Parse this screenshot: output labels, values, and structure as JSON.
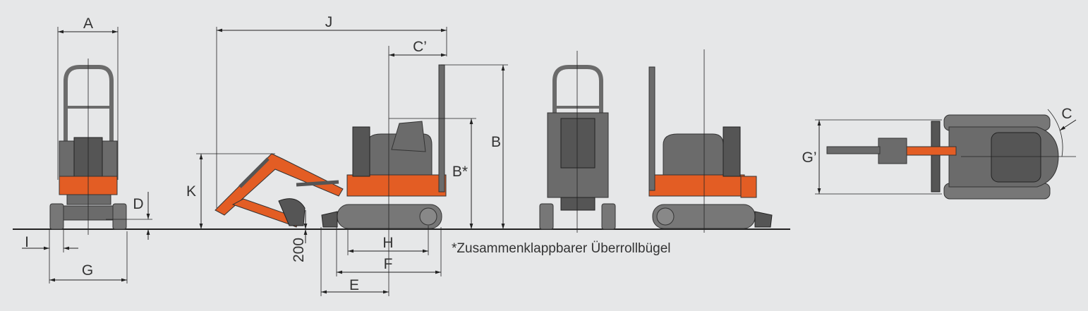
{
  "labels": {
    "A": "A",
    "J": "J",
    "C_prime": "C’",
    "B": "B",
    "B_star": "B*",
    "K": "K",
    "D": "D",
    "I": "I",
    "G": "G",
    "H": "H",
    "F": "F",
    "E": "E",
    "ground_clearance": "200",
    "C": "C",
    "G_prime": "G’"
  },
  "footnote": "*Zusammenklappbarer Überrollbügel",
  "colors": {
    "background": "#e6e7e8",
    "machine_orange": "#e35d24",
    "machine_grey": "#6b6b6b"
  }
}
